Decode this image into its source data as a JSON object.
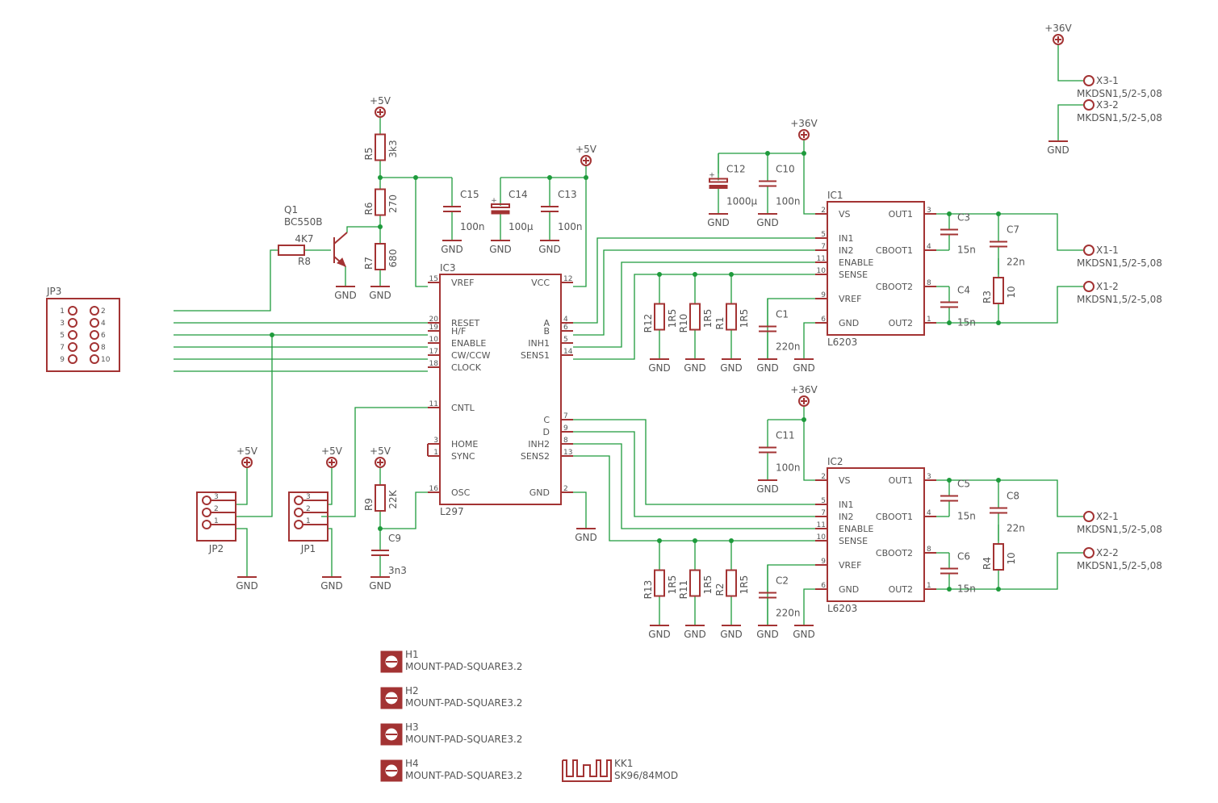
{
  "parts": {
    "jp3": {
      "name": "JP3",
      "pins": [
        "1",
        "2",
        "3",
        "4",
        "5",
        "6",
        "7",
        "8",
        "9",
        "10"
      ]
    },
    "jp1": {
      "name": "JP1",
      "pins": [
        "3",
        "2",
        "1"
      ]
    },
    "jp2": {
      "name": "JP2",
      "pins": [
        "3",
        "2",
        "1"
      ]
    },
    "ic3": {
      "name": "IC3",
      "value": "L297",
      "left": [
        [
          "15",
          "VREF"
        ],
        [
          "20",
          "RESET"
        ],
        [
          "19",
          "H/F"
        ],
        [
          "10",
          "ENABLE"
        ],
        [
          "17",
          "CW/CCW"
        ],
        [
          "18",
          "CLOCK"
        ],
        [
          "11",
          "CNTL"
        ],
        [
          "3",
          "HOME"
        ],
        [
          "1",
          "SYNC"
        ],
        [
          "16",
          "OSC"
        ]
      ],
      "right": [
        [
          "12",
          "VCC"
        ],
        [
          "4",
          "A"
        ],
        [
          "6",
          "B"
        ],
        [
          "5",
          "INH1"
        ],
        [
          "14",
          "SENS1"
        ],
        [
          "7",
          "C"
        ],
        [
          "9",
          "D"
        ],
        [
          "8",
          "INH2"
        ],
        [
          "13",
          "SENS2"
        ],
        [
          "2",
          "GND"
        ]
      ]
    },
    "ic1": {
      "name": "IC1",
      "value": "L6203",
      "left": [
        [
          "2",
          "VS"
        ],
        [
          "5",
          "IN1"
        ],
        [
          "7",
          "IN2"
        ],
        [
          "11",
          "ENABLE"
        ],
        [
          "10",
          "SENSE"
        ],
        [
          "9",
          "VREF"
        ],
        [
          "6",
          "GND"
        ]
      ],
      "right": [
        [
          "3",
          "OUT1"
        ],
        [
          "4",
          "CBOOT1"
        ],
        [
          "8",
          "CBOOT2"
        ],
        [
          "1",
          "OUT2"
        ]
      ]
    },
    "ic2": {
      "name": "IC2",
      "value": "L6203",
      "left": [
        [
          "2",
          "VS"
        ],
        [
          "5",
          "IN1"
        ],
        [
          "7",
          "IN2"
        ],
        [
          "11",
          "ENABLE"
        ],
        [
          "10",
          "SENSE"
        ],
        [
          "9",
          "VREF"
        ],
        [
          "6",
          "GND"
        ]
      ],
      "right": [
        [
          "3",
          "OUT1"
        ],
        [
          "4",
          "CBOOT1"
        ],
        [
          "8",
          "CBOOT2"
        ],
        [
          "1",
          "OUT2"
        ]
      ]
    },
    "q1": {
      "name": "Q1",
      "value": "BC550B"
    },
    "r8": {
      "name": "R8",
      "value": "4K7"
    },
    "r5": {
      "name": "R5",
      "value": "3k3"
    },
    "r6": {
      "name": "R6",
      "value": "270"
    },
    "r7": {
      "name": "R7",
      "value": "680"
    },
    "r9": {
      "name": "R9",
      "value": "22K"
    },
    "c9": {
      "name": "C9",
      "value": "3n3"
    },
    "c15": {
      "name": "C15",
      "value": "100n"
    },
    "c14": {
      "name": "C14",
      "value": "100µ"
    },
    "c13": {
      "name": "C13",
      "value": "100n"
    },
    "c12": {
      "name": "C12",
      "value": "1000µ"
    },
    "c10": {
      "name": "C10",
      "value": "100n"
    },
    "c11": {
      "name": "C11",
      "value": "100n"
    },
    "c1": {
      "name": "C1",
      "value": "220n"
    },
    "c2": {
      "name": "C2",
      "value": "220n"
    },
    "c3": {
      "name": "C3",
      "value": "15n"
    },
    "c4": {
      "name": "C4",
      "value": "15n"
    },
    "c5": {
      "name": "C5",
      "value": "15n"
    },
    "c6": {
      "name": "C6",
      "value": "15n"
    },
    "c7": {
      "name": "C7",
      "value": "22n"
    },
    "c8": {
      "name": "C8",
      "value": "22n"
    },
    "r3": {
      "name": "R3",
      "value": "10"
    },
    "r4": {
      "name": "R4",
      "value": "10"
    },
    "r12": {
      "name": "R12",
      "value": "1R5"
    },
    "r10": {
      "name": "R10",
      "value": "1R5"
    },
    "r1": {
      "name": "R1",
      "value": "1R5"
    },
    "r13": {
      "name": "R13",
      "value": "1R5"
    },
    "r11": {
      "name": "R11",
      "value": "1R5"
    },
    "r2": {
      "name": "R2",
      "value": "1R5"
    },
    "x1_1": {
      "name": "X1-1",
      "value": "MKDSN1,5/2-5,08"
    },
    "x1_2": {
      "name": "X1-2",
      "value": "MKDSN1,5/2-5,08"
    },
    "x2_1": {
      "name": "X2-1",
      "value": "MKDSN1,5/2-5,08"
    },
    "x2_2": {
      "name": "X2-2",
      "value": "MKDSN1,5/2-5,08"
    },
    "x3_1": {
      "name": "X3-1",
      "value": "MKDSN1,5/2-5,08"
    },
    "x3_2": {
      "name": "X3-2",
      "value": "MKDSN1,5/2-5,08"
    },
    "h1": {
      "name": "H1",
      "value": "MOUNT-PAD-SQUARE3.2"
    },
    "h2": {
      "name": "H2",
      "value": "MOUNT-PAD-SQUARE3.2"
    },
    "h3": {
      "name": "H3",
      "value": "MOUNT-PAD-SQUARE3.2"
    },
    "h4": {
      "name": "H4",
      "value": "MOUNT-PAD-SQUARE3.2"
    },
    "kk1": {
      "name": "KK1",
      "value": "SK96/84MOD"
    }
  },
  "nets": {
    "gnd": "GND",
    "v5": "+5V",
    "v36": "+36V"
  },
  "polarity_mark": "+",
  "colors": {
    "wire": "#1e9b3c",
    "part": "#a33333",
    "text": "#555555"
  }
}
